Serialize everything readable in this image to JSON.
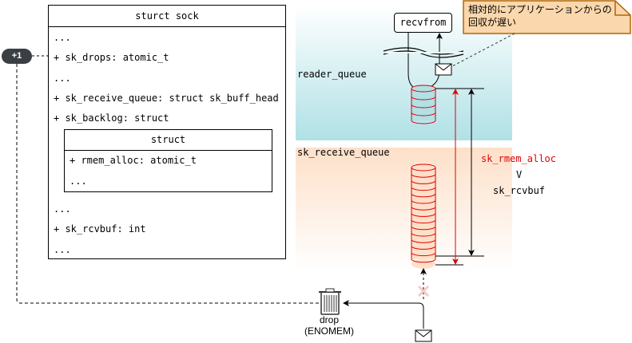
{
  "struct_sock": {
    "title": "sturct sock",
    "fields": [
      "...",
      "+ sk_drops: atomic_t",
      "...",
      "+ sk_receive_queue: struct sk_buff_head",
      "+ sk_backlog: struct",
      "...",
      "+ sk_rcvbuf: int",
      "..."
    ],
    "inner_struct": {
      "title": "struct",
      "fields": [
        "+ rmem_alloc: atomic_t",
        "..."
      ]
    }
  },
  "counter_badge": "+1",
  "zones": {
    "reader_queue": "reader_queue",
    "sk_receive_queue": "sk_receive_queue"
  },
  "recvfrom": "recvfrom",
  "note": {
    "line1": "相対的にアプリケーションからの",
    "line2": "回収が遅い",
    "fill": "#fad7ac",
    "stroke": "#b46504"
  },
  "condition": {
    "left": "sk_rmem_alloc",
    "operator": "V",
    "right": "sk_rcvbuf"
  },
  "drop": {
    "line1": "drop",
    "line2": "(ENOMEM)"
  },
  "colors": {
    "queue_red": "#e00000",
    "reader_bg": "#b0e1e6",
    "receive_bg": "#fde0c9",
    "badge_bg": "#3a3f44",
    "blocked_x": "#f8c8c8"
  },
  "reader_queue_segments": 4,
  "receive_queue_segments": 14
}
